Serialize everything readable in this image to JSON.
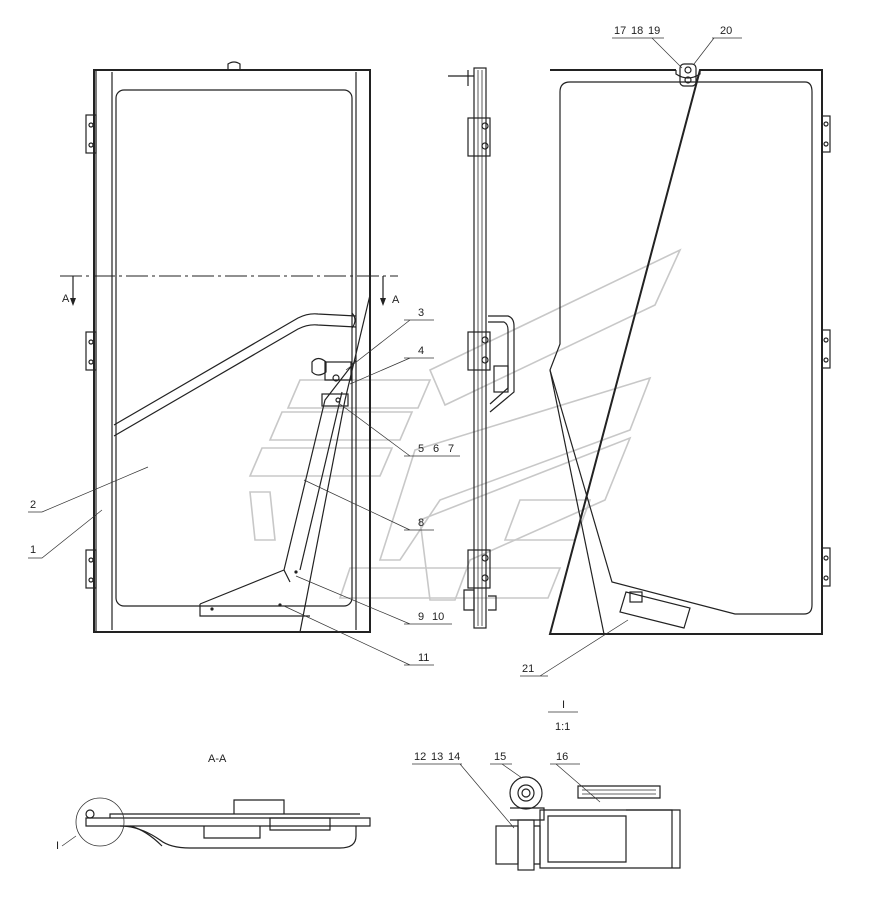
{
  "callouts": {
    "c1": "1",
    "c2": "2",
    "c3": "3",
    "c4": "4",
    "c5": "5",
    "c6": "6",
    "c7": "7",
    "c8": "8",
    "c9": "9",
    "c10": "10",
    "c11": "11",
    "c12": "12",
    "c13": "13",
    "c14": "14",
    "c15": "15",
    "c16": "16",
    "c17": "17",
    "c18": "18",
    "c19": "19",
    "c20": "20",
    "c21": "21"
  },
  "section_marks": {
    "left": "A",
    "right": "A"
  },
  "section_view_title": "A-A",
  "detail": {
    "label": "I",
    "scale": "1:1",
    "ref_label": "I"
  }
}
